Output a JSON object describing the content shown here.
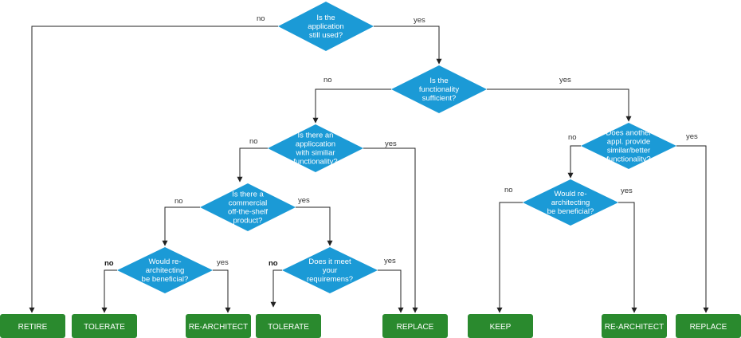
{
  "decisions": {
    "q1": [
      "Is the",
      "application",
      "still used?"
    ],
    "q2": [
      "Is the",
      "functionality",
      "sufficient?"
    ],
    "q3": [
      "Is there an",
      "appliccation",
      "with similiar",
      "functionality?"
    ],
    "q4": [
      "Is there a",
      "commercial",
      "off-the-shelf",
      "product?"
    ],
    "q5": [
      "Would re-",
      "architecting",
      "be beneficial?"
    ],
    "q6": [
      "Does it meet",
      "your",
      "requiremens?"
    ],
    "q7": [
      "Does another",
      "appl. provide",
      "similar/better",
      "functionality?"
    ],
    "q8": [
      "Would re-",
      "architecting",
      "be beneficial?"
    ]
  },
  "outcomes": {
    "retire": "RETIRE",
    "tolerate_1": "TOLERATE",
    "rearchitect_1": "RE-ARCHITECT",
    "tolerate_2": "TOLERATE",
    "replace_1": "REPLACE",
    "keep": "KEEP",
    "rearchitect_2": "RE-ARCHITECT",
    "replace_2": "REPLACE"
  },
  "edge_labels": {
    "q1_no": "no",
    "q1_yes": "yes",
    "q2_no": "no",
    "q2_yes": "yes",
    "q3_no": "no",
    "q3_yes": "yes",
    "q4_no": "no",
    "q4_yes": "yes",
    "q5_no": "no",
    "q5_yes": "yes",
    "q6_no": "no",
    "q6_yes": "yes",
    "q7_no": "no",
    "q7_yes": "yes",
    "q8_no": "no",
    "q8_yes": "yes"
  },
  "colors": {
    "decision_fill": "#1b9ad6",
    "outcome_fill": "#2a8a2e",
    "edge": "#222222",
    "text_light": "#ffffff"
  }
}
